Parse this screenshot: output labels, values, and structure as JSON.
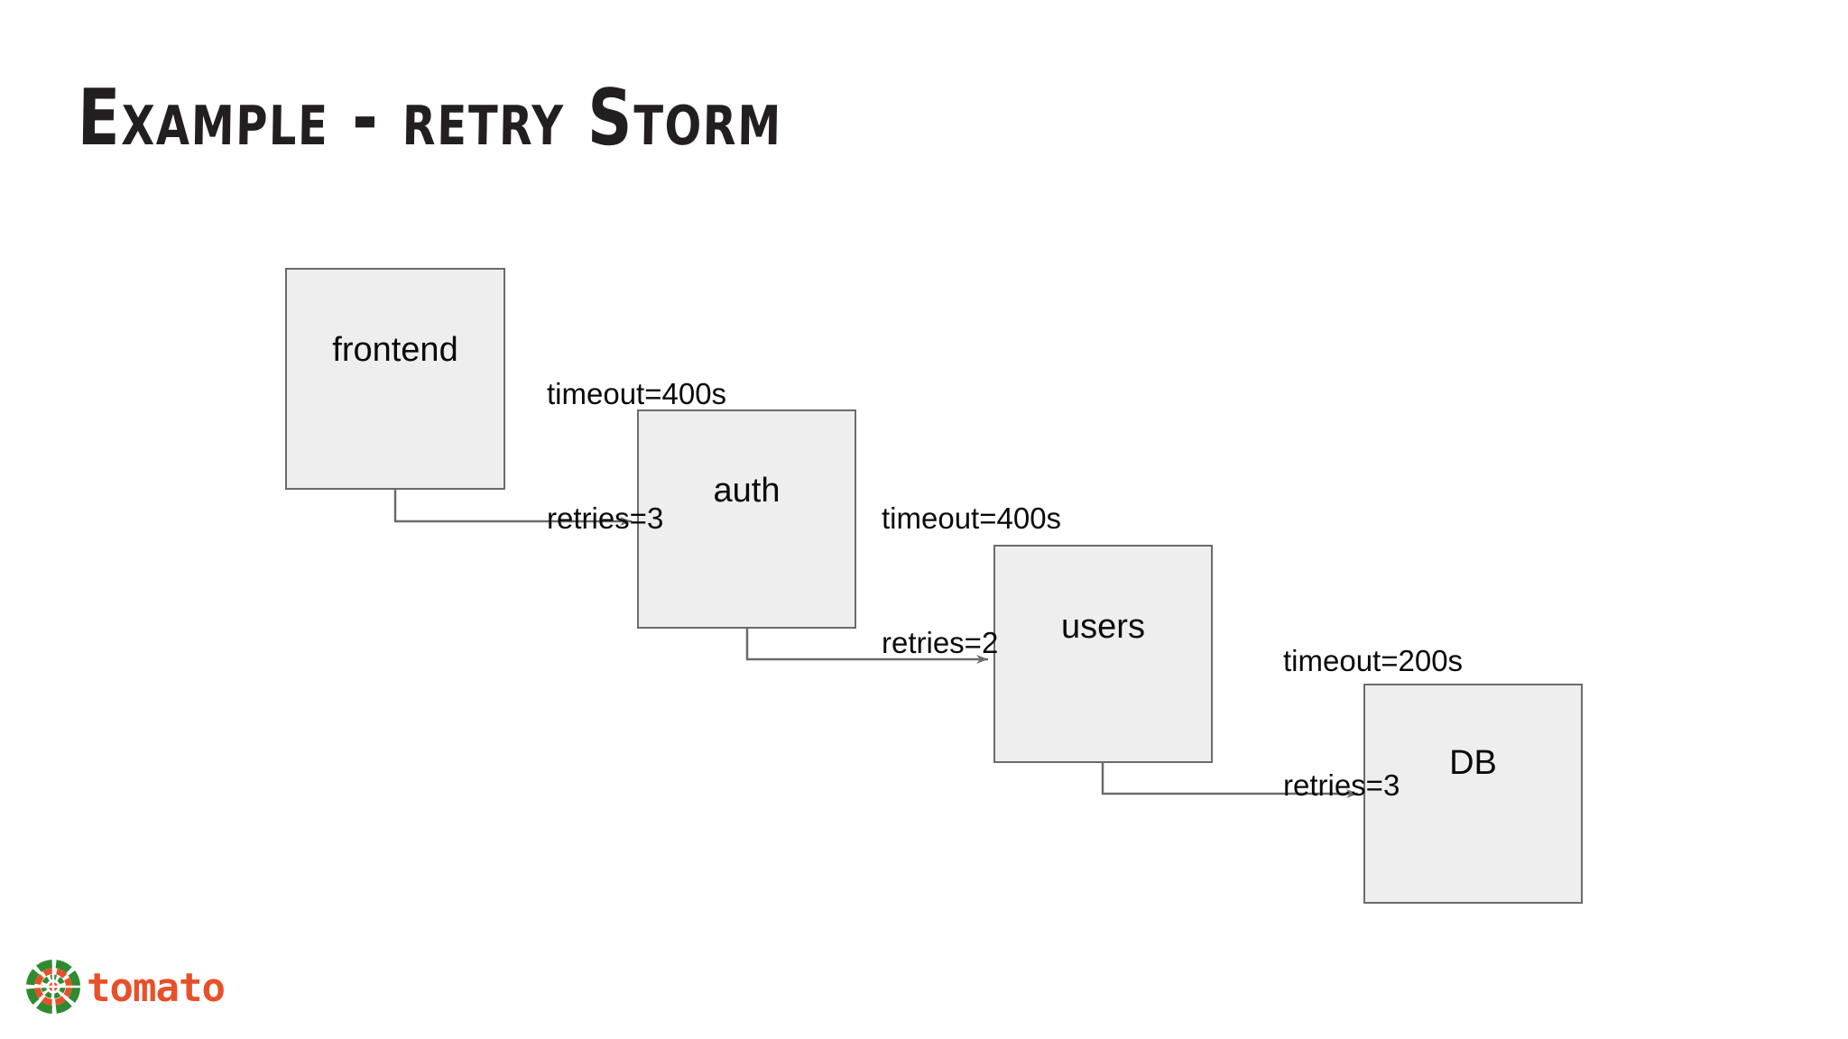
{
  "slide": {
    "title": "Example - retry Storm",
    "background_color": "#ffffff"
  },
  "diagram": {
    "type": "flow",
    "node_fill_color": "#eeeeee",
    "node_border_color": "#6b6b6b",
    "connector_color": "#6b6b6b",
    "nodes": [
      {
        "id": "frontend",
        "label": "frontend"
      },
      {
        "id": "auth",
        "label": "auth"
      },
      {
        "id": "users",
        "label": "users"
      },
      {
        "id": "db",
        "label": "DB"
      }
    ],
    "edges": [
      {
        "from": "frontend",
        "to": "auth",
        "timeout_label": "timeout=400s",
        "retries_label": "retries=3",
        "timeout_seconds": 400,
        "retries": 3
      },
      {
        "from": "auth",
        "to": "users",
        "timeout_label": "timeout=400s",
        "retries_label": "retries=2",
        "timeout_seconds": 400,
        "retries": 2
      },
      {
        "from": "users",
        "to": "db",
        "timeout_label": "timeout=200s",
        "retries_label": "retries=3",
        "timeout_seconds": 200,
        "retries": 3
      }
    ]
  },
  "logo": {
    "wordmark": "tomato",
    "mark_icon": "concentric-rings-icon",
    "word_color": "#e8502a",
    "ring_green": "#2e8b30",
    "ring_orange": "#e8502a"
  }
}
